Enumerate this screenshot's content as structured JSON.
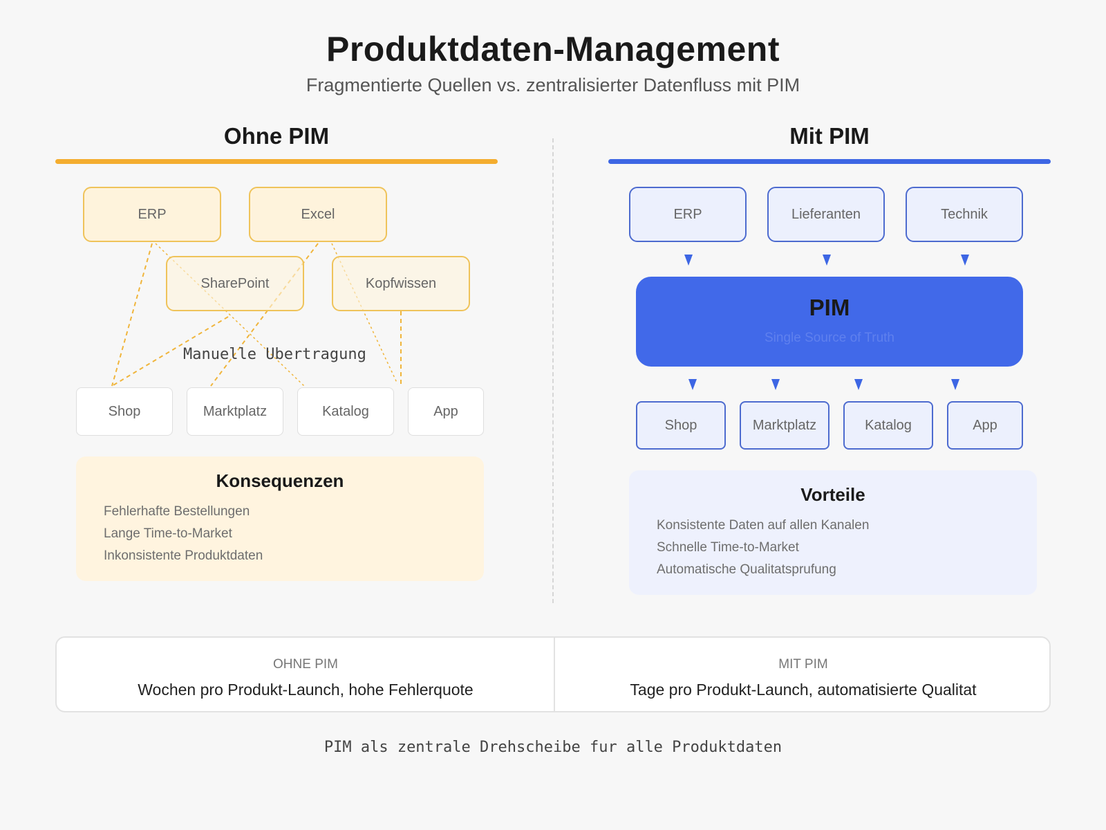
{
  "header": {
    "title": "Produktdaten-Management",
    "subtitle": "Fragmentierte Quellen vs. zentralisierter Datenfluss mit PIM"
  },
  "colors": {
    "orange_accent": "#f4ad2f",
    "blue_accent": "#3d66e4",
    "pim_hub": "#4169e9"
  },
  "left": {
    "heading": "Ohne PIM",
    "sources": [
      "ERP",
      "Excel",
      "SharePoint",
      "Kopfwissen"
    ],
    "manual_label": "Manuelle Ubertragung",
    "channels": [
      "Shop",
      "Marktplatz",
      "Katalog",
      "App"
    ],
    "consequences": {
      "title": "Konsequenzen",
      "items": [
        "Fehlerhafte Bestellungen",
        "Lange Time-to-Market",
        "Inkonsistente Produktdaten"
      ]
    }
  },
  "right": {
    "heading": "Mit PIM",
    "sources": [
      "ERP",
      "Lieferanten",
      "Technik"
    ],
    "hub": {
      "label": "PIM",
      "tagline": "Single Source of Truth"
    },
    "channels": [
      "Shop",
      "Marktplatz",
      "Katalog",
      "App"
    ],
    "benefits": {
      "title": "Vorteile",
      "items": [
        "Konsistente Daten auf allen Kanalen",
        "Schnelle Time-to-Market",
        "Automatische Qualitatsprufung"
      ]
    }
  },
  "comparison": {
    "left": {
      "head": "OHNE PIM",
      "text": "Wochen pro Produkt-Launch, hohe Fehlerquote"
    },
    "right": {
      "head": "MIT PIM",
      "text": "Tage pro Produkt-Launch, automatisierte Qualitat"
    }
  },
  "footer": "PIM als zentrale Drehscheibe fur alle Produktdaten"
}
